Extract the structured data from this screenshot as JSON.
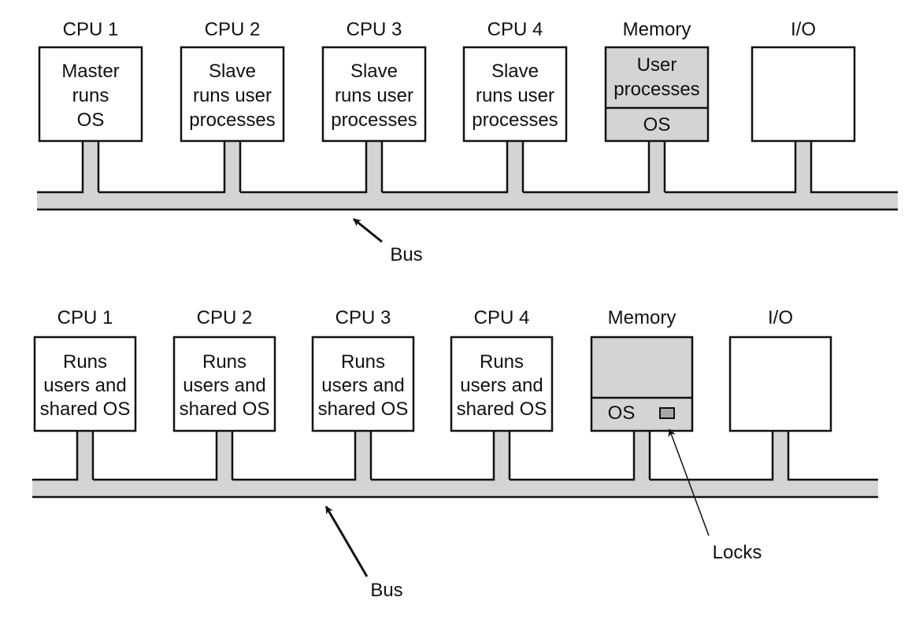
{
  "colors": {
    "box_white": "#ffffff",
    "box_gray": "#d4d4d4",
    "bus": "#d4d4d4",
    "lock": "#a8a8a8",
    "stroke": "#111111"
  },
  "diagrams": [
    {
      "name": "master-slave",
      "units": [
        {
          "label": "CPU 1",
          "lines": [
            "Master",
            "runs",
            "OS"
          ],
          "shaded": false
        },
        {
          "label": "CPU 2",
          "lines": [
            "Slave",
            "runs user",
            "processes"
          ],
          "shaded": false
        },
        {
          "label": "CPU 3",
          "lines": [
            "Slave",
            "runs user",
            "processes"
          ],
          "shaded": false
        },
        {
          "label": "CPU 4",
          "lines": [
            "Slave",
            "runs user",
            "processes"
          ],
          "shaded": false
        },
        {
          "label": "Memory",
          "lines": [],
          "shaded": true,
          "sections": [
            [
              "User",
              "processes"
            ],
            [
              "OS"
            ]
          ]
        },
        {
          "label": "I/O",
          "lines": [],
          "shaded": false
        }
      ],
      "bus_label": "Bus"
    },
    {
      "name": "symmetric",
      "units": [
        {
          "label": "CPU 1",
          "lines": [
            "Runs",
            "users and",
            "shared OS"
          ],
          "shaded": false
        },
        {
          "label": "CPU 2",
          "lines": [
            "Runs",
            "users and",
            "shared OS"
          ],
          "shaded": false
        },
        {
          "label": "CPU 3",
          "lines": [
            "Runs",
            "users and",
            "shared OS"
          ],
          "shaded": false
        },
        {
          "label": "CPU 4",
          "lines": [
            "Runs",
            "users and",
            "shared OS"
          ],
          "shaded": false
        },
        {
          "label": "Memory",
          "lines": [],
          "shaded": true,
          "sections": [
            [],
            [
              "OS"
            ]
          ],
          "has_lock": true
        },
        {
          "label": "I/O",
          "lines": [],
          "shaded": false
        }
      ],
      "bus_label": "Bus",
      "locks_label": "Locks"
    }
  ]
}
